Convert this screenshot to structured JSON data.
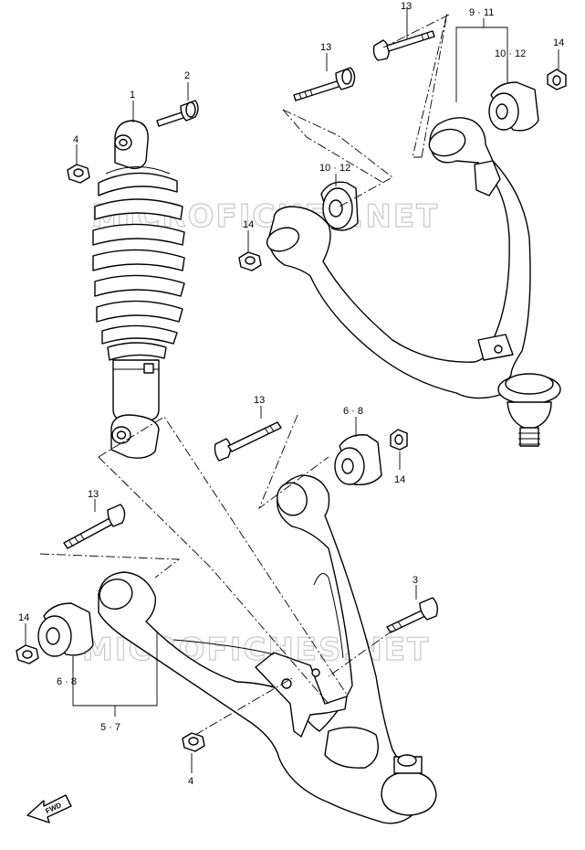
{
  "watermark": "MICROFICHES.NET",
  "fwd_label": "FWD",
  "labels": {
    "shock_absorber": "1",
    "shock_bolt": "2",
    "lower_bolt": "3",
    "shock_top_nut": "4",
    "lower_nut": "4",
    "lower_arm": "5 · 7",
    "lower_bush": "6 · 8",
    "lower_front_bush": "6 · 8",
    "upper_arm": "9 · 11",
    "upper_bush_left": "10 · 12",
    "upper_bush_right": "10 · 12",
    "upper_bolt_top": "13",
    "upper_bolt_left": "13",
    "lower_bolt_mid": "13",
    "lower_bolt_left": "13",
    "upper_nut_left": "14",
    "upper_nut_right": "14",
    "lower_nut_mid": "14",
    "lower_nut_left": "14"
  }
}
